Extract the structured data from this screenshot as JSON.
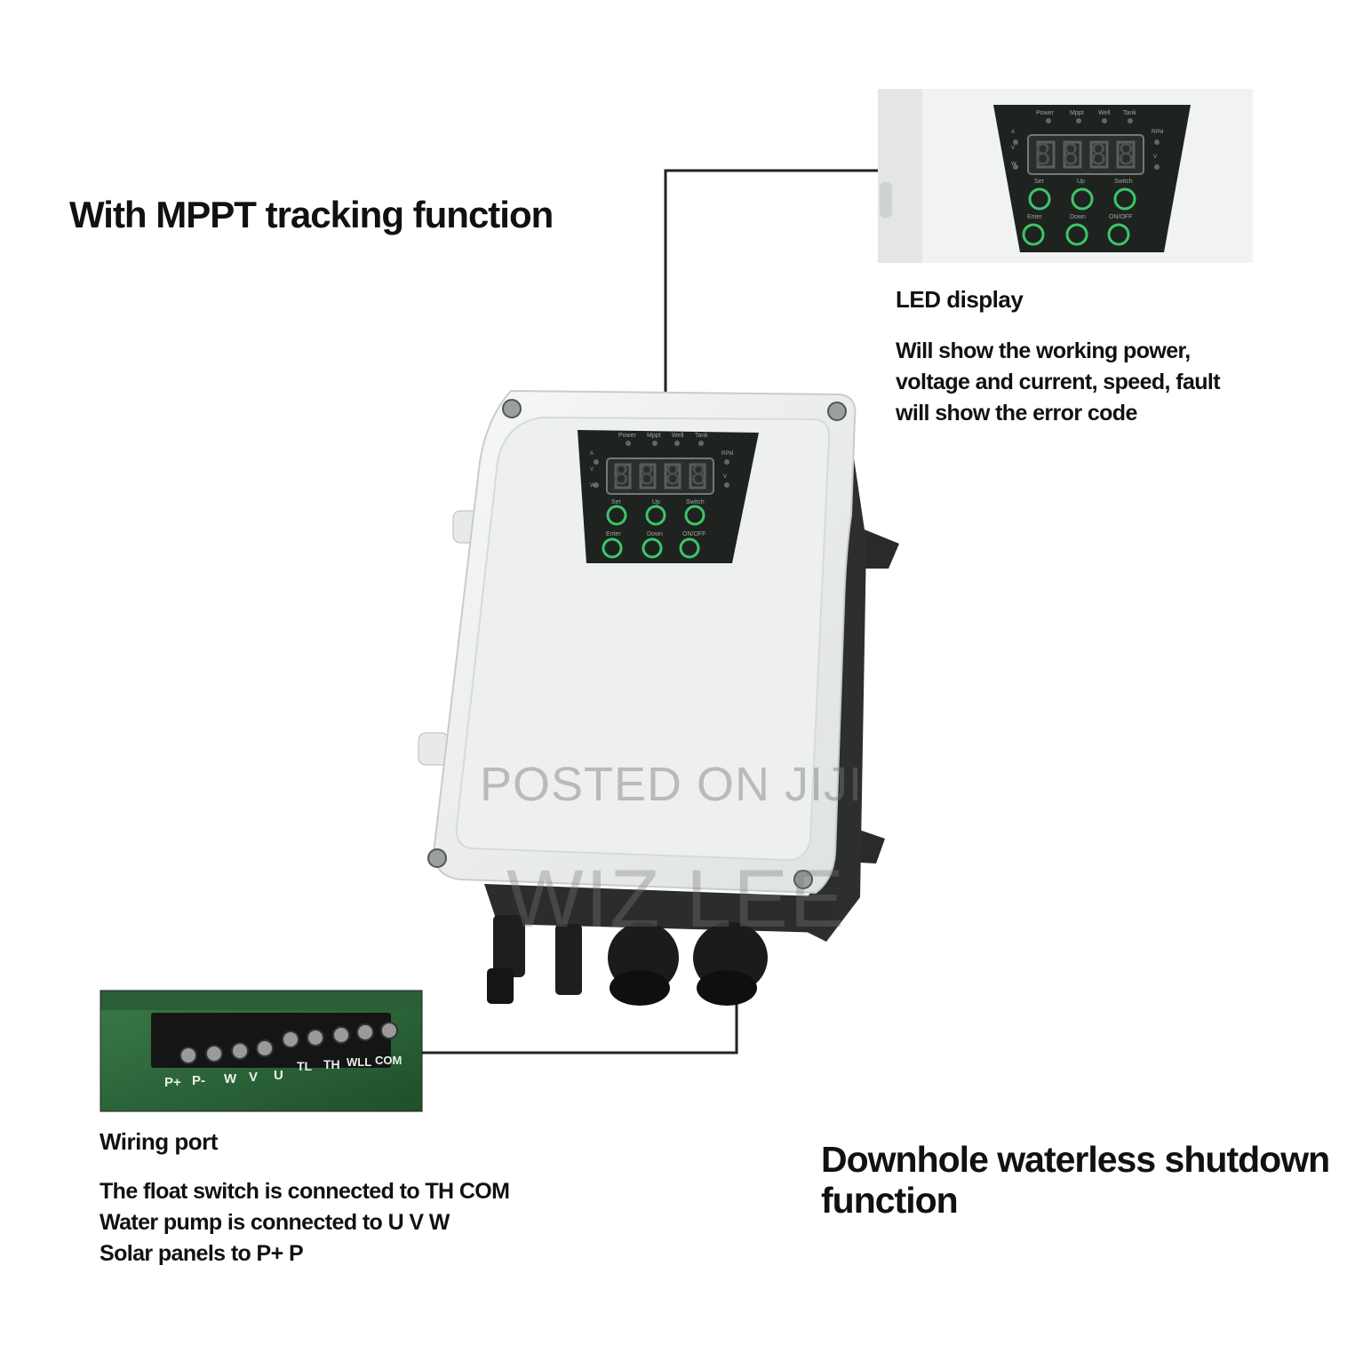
{
  "headings": {
    "mppt": "With MPPT tracking function",
    "downhole": "Downhole waterless shutdown function"
  },
  "led_caption": {
    "title": "LED display",
    "lines": [
      "Will show the working power,",
      "voltage and current, speed, fault",
      "will show the error code"
    ]
  },
  "wiring_caption": {
    "title": "Wiring port",
    "lines": [
      "The float switch is connected to TH COM",
      "Water pump is connected to U V W",
      "Solar panels to P+ P"
    ]
  },
  "watermark": {
    "line1": "POSTED ON JIJI",
    "line2": "WIZ LEE"
  },
  "panel": {
    "indicators": [
      "Power",
      "Mppt",
      "Well",
      "Tank"
    ],
    "digits": "8888",
    "buttons_top": [
      "Set",
      "Up",
      "Switch"
    ],
    "buttons_bottom": [
      "Enter",
      "Down",
      "ON/OFF"
    ],
    "side_left": [
      "A",
      "V",
      "W"
    ],
    "side_right": [
      "RPM",
      "V"
    ]
  },
  "terminal_labels": [
    "P+",
    "P-",
    "W",
    "V",
    "U",
    "TL",
    "TH",
    "WLL",
    "COM"
  ],
  "colors": {
    "enclosure": "#f2f3f3",
    "panel": "#1f2320",
    "button_green": "#3ec46a",
    "pcb": "#2e6b3d"
  }
}
